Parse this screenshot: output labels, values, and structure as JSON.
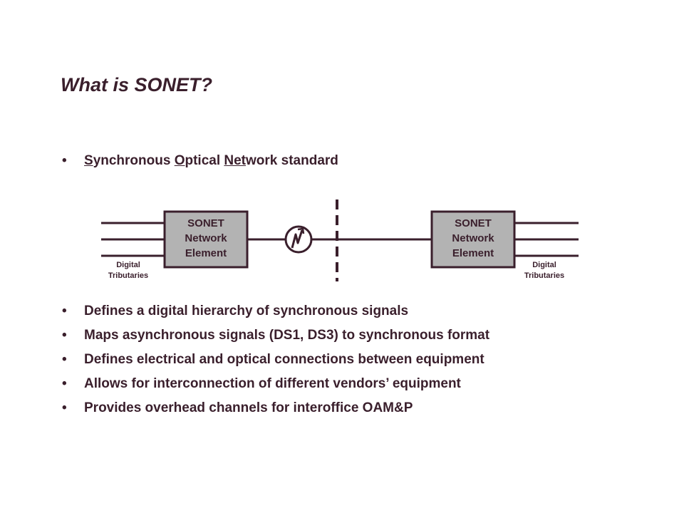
{
  "title": "What is SONET?",
  "intro": {
    "bullet": "•",
    "parts": [
      {
        "text": "S",
        "underline": true
      },
      {
        "text": "ynchronous ",
        "underline": false
      },
      {
        "text": "O",
        "underline": true
      },
      {
        "text": "ptical ",
        "underline": false
      },
      {
        "text": "Net",
        "underline": true
      },
      {
        "text": "work standard",
        "underline": false
      }
    ]
  },
  "diagram": {
    "left_element": {
      "line1": "SONET",
      "line2": "Network",
      "line3": "Element"
    },
    "right_element": {
      "line1": "SONET",
      "line2": "Network",
      "line3": "Element"
    },
    "left_label": {
      "line1": "Digital",
      "line2": "Tributaries"
    },
    "right_label": {
      "line1": "Digital",
      "line2": "Tributaries"
    },
    "colors": {
      "box_fill": "#b3b3b3",
      "line": "#3a1f2c"
    },
    "center_icon": "optical-signal-icon"
  },
  "bullets": [
    {
      "bullet": "•",
      "text": "Defines a digital hierarchy of synchronous signals"
    },
    {
      "bullet": "•",
      "text": "Maps asynchronous signals (DS1, DS3) to synchronous format"
    },
    {
      "bullet": "•",
      "text": "Defines electrical and optical connections between equipment"
    },
    {
      "bullet": "•",
      "text": "Allows for interconnection of different vendors’ equipment"
    },
    {
      "bullet": "•",
      "text": "Provides overhead channels for interoffice OAM&P"
    }
  ],
  "colors": {
    "text": "#3a1f2c",
    "background": "#ffffff"
  }
}
